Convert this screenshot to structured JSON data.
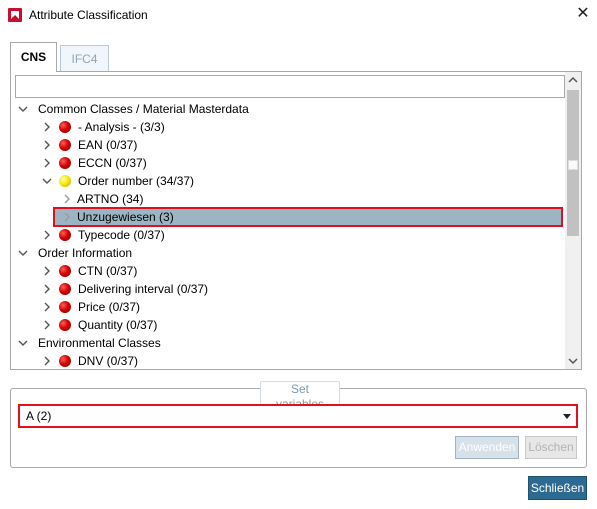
{
  "window": {
    "title": "Attribute Classification",
    "close_glyph": "✕",
    "app_icon": "app-logo-icon"
  },
  "tabs": [
    {
      "label": "CNS",
      "active": true
    },
    {
      "label": "IFC4",
      "active": false
    }
  ],
  "tree": {
    "filter_value": "",
    "rows": [
      {
        "label": "Common Classes / Material Masterdata",
        "toggle": "expanded",
        "dot": null,
        "level": 0
      },
      {
        "label": "- Analysis - (3/3)",
        "toggle": "collapsed",
        "dot": "red",
        "level": 1
      },
      {
        "label": "EAN (0/37)",
        "toggle": "collapsed",
        "dot": "red",
        "level": 1
      },
      {
        "label": "ECCN (0/37)",
        "toggle": "collapsed",
        "dot": "red",
        "level": 1
      },
      {
        "label": "Order number (34/37)",
        "toggle": "expanded",
        "dot": "yellow",
        "level": 1
      },
      {
        "label": "ARTNO (34)",
        "toggle": "collapsed",
        "dot": null,
        "level": 2
      },
      {
        "label": "Unzugewiesen (3)",
        "toggle": "collapsed",
        "dot": null,
        "level": 2,
        "selected": true
      },
      {
        "label": "Typecode (0/37)",
        "toggle": "collapsed",
        "dot": "red",
        "level": 1
      },
      {
        "label": "Order Information",
        "toggle": "expanded",
        "dot": null,
        "level": 0
      },
      {
        "label": "CTN (0/37)",
        "toggle": "collapsed",
        "dot": "red",
        "level": 1
      },
      {
        "label": "Delivering interval (0/37)",
        "toggle": "collapsed",
        "dot": "red",
        "level": 1
      },
      {
        "label": "Price (0/37)",
        "toggle": "collapsed",
        "dot": "red",
        "level": 1
      },
      {
        "label": "Quantity (0/37)",
        "toggle": "collapsed",
        "dot": "red",
        "level": 1
      },
      {
        "label": "Environmental Classes",
        "toggle": "expanded",
        "dot": null,
        "level": 0
      },
      {
        "label": "DNV (0/37)",
        "toggle": "collapsed",
        "dot": "red",
        "level": 1
      }
    ]
  },
  "set_variables": {
    "group_label": "Set variables",
    "selected_value": "A (2)",
    "apply_label": "Anwenden",
    "delete_label": "Löschen"
  },
  "footer": {
    "close_label": "Schließen"
  },
  "colors": {
    "selection_bg": "#9cb5c3",
    "highlight_red": "#e0101e",
    "primary_button": "#2c6a91"
  }
}
